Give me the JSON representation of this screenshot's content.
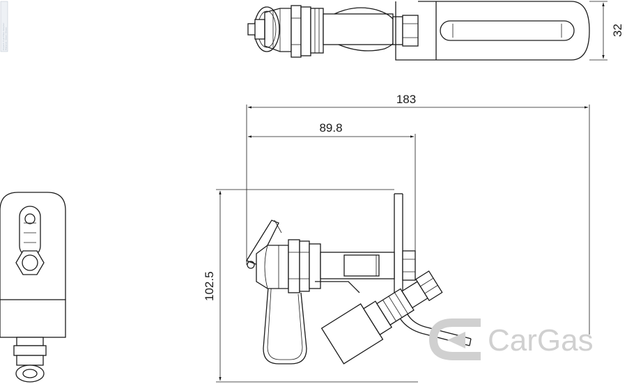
{
  "dimensions": {
    "overall_length": "183",
    "partial_length": "89.8",
    "height": "102.5",
    "bracket_width": "32"
  },
  "logo": {
    "text": "CarGas",
    "color": "#d0d0d0"
  },
  "stamp": {
    "lines": [
      "Project: Fuel Filler Adapter",
      "Material: Steel / Brass"
    ],
    "color": "#b7c0cc"
  },
  "colors": {
    "line": "#1a1a1a",
    "background": "#ffffff"
  }
}
